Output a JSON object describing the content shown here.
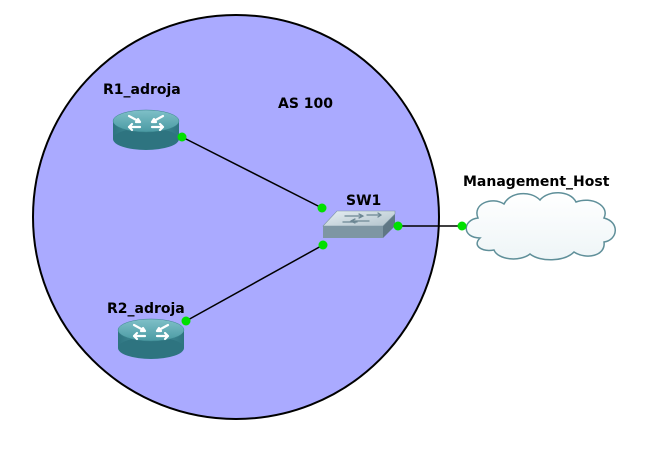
{
  "diagram": {
    "area_label": "AS 100",
    "colors": {
      "area_fill": "#aaaaff",
      "area_stroke": "#000000",
      "link": "#000000",
      "port": "#00e000",
      "router_body": "#3a8a92",
      "cloud_fill": "#ffffff",
      "cloud_stroke": "#5f8f99"
    },
    "nodes": {
      "r1": {
        "label": "R1_adroja",
        "icon": "router-icon"
      },
      "r2": {
        "label": "R2_adroja",
        "icon": "router-icon"
      },
      "sw1": {
        "label": "SW1",
        "icon": "switch-icon"
      },
      "mgmt": {
        "label": "Management_Host",
        "icon": "cloud-icon"
      }
    },
    "links": [
      {
        "from": "r1",
        "to": "sw1"
      },
      {
        "from": "r2",
        "to": "sw1"
      },
      {
        "from": "sw1",
        "to": "mgmt"
      }
    ]
  }
}
